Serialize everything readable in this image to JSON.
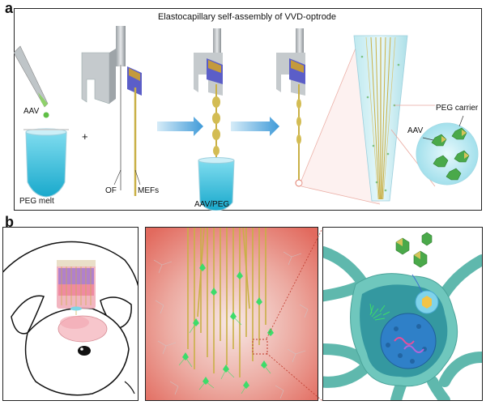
{
  "figure": {
    "panel_a": {
      "letter": "a",
      "title": "Elastocapillary self-assembly of VVD-optrode",
      "labels": {
        "aav": "AAV",
        "peg_melt": "PEG melt",
        "plus": "+",
        "of": "OF",
        "mefs": "MEFs",
        "aav_peg": "AAV/PEG",
        "aav_inset": "AAV",
        "peg_carrier": "PEG carrier"
      },
      "colors": {
        "peg": "#3fc4df",
        "fiber_gold": "#c9b046",
        "aav_green": "#4caf50",
        "arrow_blue": "#5aa9dc",
        "zoom_red": "#e07a6a"
      }
    },
    "panel_b": {
      "letter": "b",
      "colors": {
        "tissue": "#e9756a",
        "neuron_green": "#3ddc6a",
        "cell_teal": "#6fc7bd",
        "nucleus_blue": "#2f80c8"
      }
    }
  }
}
